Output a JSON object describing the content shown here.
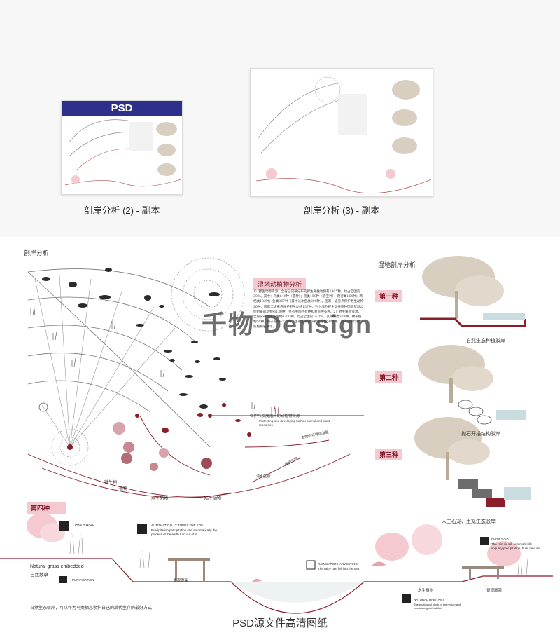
{
  "browser": {
    "files": [
      {
        "label": "剖岸分析 (2) - 副本",
        "banner": "PSD"
      },
      {
        "label": "剖岸分析 (3) - 副本"
      }
    ]
  },
  "sheet": {
    "title_left": "剖岸分析",
    "title_right": "湿地剖岸分析",
    "analysis_heading": "湿地动植物分析",
    "analysis_text": "1）野生动物资源。全省已记录分布的野生脊椎动物有1405种，约占全国的30%。其中：鸟类649种（亚种）；兽类150种（含亚种）；爬行类164种；两栖类133种；鱼类367种（其中淡水鱼类290种）。国家一级重点保护野生动物26种，国家二级重点保护野生动物137种，列入濒危野生动植物种国际贸易公约附录的动物有130种；另有中国特有种和易危种多种。2）野生植物资源。全省分布有高等植物4700种，约占全国的14.3%，其中蕨类309种，裸子植物56种，被子植物4331种，国家重点保护野生植物50余种，列入国家珍稀濒危植物名录等。",
    "ring_labels": [
      "保护与发展福州的动植物资源",
      "Protecting and developing fuzhou animal and plant resources",
      "生物的可持续发展"
    ],
    "curve_labels": [
      "微生物",
      "植物",
      "水生动物",
      "陆生动物",
      "浅水生物",
      "保护生物"
    ],
    "types": [
      {
        "tag": "第一种",
        "caption": "自然生态种植驳岸"
      },
      {
        "tag": "第二种",
        "caption": "抛石开描结构驳岸"
      },
      {
        "tag": "第三种",
        "caption": "人工石笼、土笼生态驳岸"
      }
    ],
    "type4_tag": "第四种",
    "section_labels": {
      "take_a_walk": "TAKE A WALL",
      "auto_turns": "AUTOMATICALLY TURNS THE SOIL",
      "auto_turns_desc": "Precipitation precipitation rain automatically the process of the earth turn out of it",
      "natural_grass": "Natural grass embedded",
      "natural_grass_cn": "自然散草",
      "purification": "PURIFICATION",
      "rainwater": "RAINWATER HARVESTING",
      "rainwater_desc": "The rainy rain fell into the sea",
      "purify_air": "PURIFY AIR",
      "purify_air_desc": "The rain air will automatically impurity precipitation, build new air",
      "natural_habitat": "NATURAL HABITANT",
      "natural_habitat_desc": "The ecological block of the region and creates a good habitat",
      "landscape_rack_1": "景观廊架",
      "landscape_rack_2": "景观廊架",
      "aquatic_plants": "水生植物",
      "bottom_note": "自然生态驳岸，可以作为鸟类栖息繁护自己的后代生存的最好方式"
    },
    "watermark": "千物 Densign"
  },
  "footer_caption": "PSD源文件高清图纸",
  "colors": {
    "pink": "#f4c9d0",
    "dark_red": "#8a1f2a",
    "navy": "#2e2f8a",
    "tree": "#d9cfc0"
  }
}
